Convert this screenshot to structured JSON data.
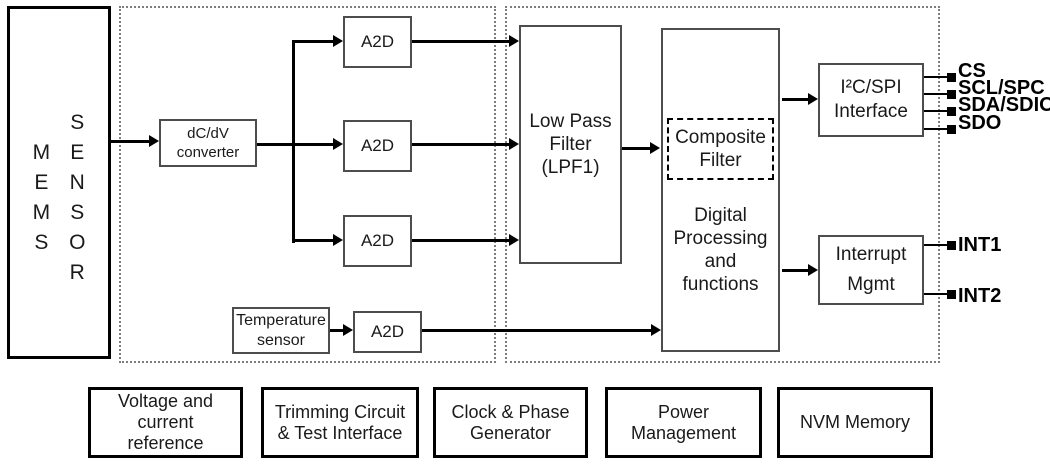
{
  "mems_sensor": {
    "mems": "M\nE\nM\nS",
    "sensor": "S\nE\nN\nS\nO\nR"
  },
  "blocks": {
    "dcdv_converter": "dC/dV\nconverter",
    "a2d": "A2D",
    "temperature_sensor": "Temperature\nsensor",
    "low_pass_filter": "Low Pass\nFilter\n(LPF1)",
    "composite_filter": "Composite\nFilter",
    "digital_processing": "Digital\nProcessing\nand\nfunctions",
    "i2c_spi_interface": "I²C/SPI\nInterface",
    "interrupt_mgmt": "Interrupt\nMgmt",
    "voltage_reference": "Voltage and\ncurrent\nreference",
    "trimming_circuit": "Trimming Circuit\n& Test Interface",
    "clock_phase_generator": "Clock & Phase\nGenerator",
    "power_management": "Power\nManagement",
    "nvm_memory": "NVM Memory"
  },
  "pins": {
    "spi": [
      "CS",
      "SCL/SPC",
      "SDA/SDIO",
      "SDO"
    ],
    "interrupt": [
      "INT1",
      "INT2"
    ]
  },
  "colors": {
    "line": "#000000",
    "thin_border": "#4d4d4d",
    "thick_border": "#000000",
    "dashed_container": "#7d7d7d"
  }
}
